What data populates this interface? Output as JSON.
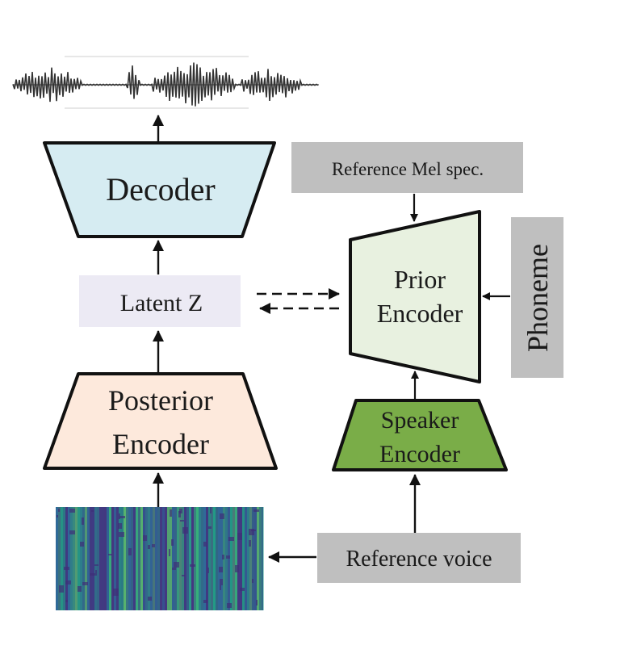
{
  "blocks": {
    "decoder": "Decoder",
    "latent_z": "Latent Z",
    "posterior_encoder": [
      "Posterior",
      "Encoder"
    ],
    "prior_encoder": [
      "Prior",
      "Encoder"
    ],
    "speaker_encoder": [
      "Speaker",
      "Encoder"
    ]
  },
  "inputs": {
    "reference_mel": "Reference Mel spec.",
    "phoneme": "Phoneme",
    "reference_voice": "Reference voice"
  },
  "colors": {
    "decoder_fill": "#d6ecf2",
    "posterior_fill": "#fde9dc",
    "prior_fill": "#e8f1e0",
    "speaker_fill": "#7aad48",
    "latent_fill": "#eceaf4",
    "input_fill": "#bfbfbf",
    "stroke": "#111111"
  }
}
